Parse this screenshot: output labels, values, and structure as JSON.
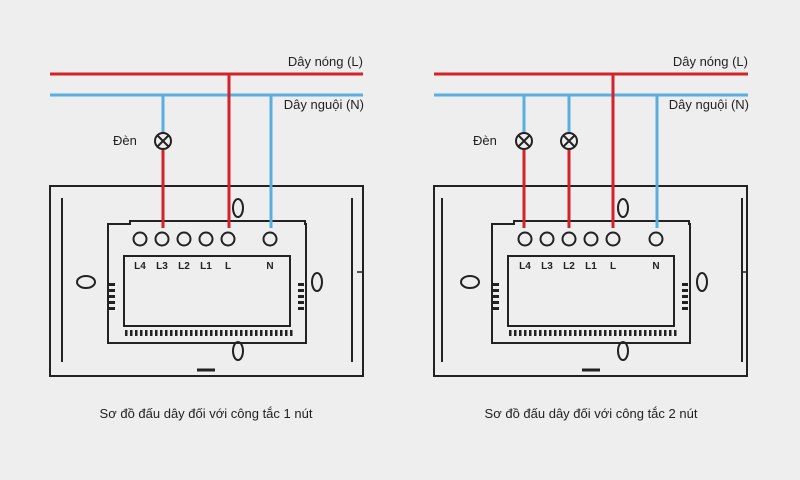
{
  "colors": {
    "background": "#eeeeee",
    "live_wire": "#d2232a",
    "neutral_wire": "#5aaee0",
    "outline": "#222222"
  },
  "icons": {
    "lamp": "lamp-cross-circle-icon"
  },
  "diagrams": [
    {
      "id": "one-button",
      "live_label": "Dây nóng (L)",
      "neutral_label": "Dây nguội (N)",
      "lamp_label": "Đèn",
      "lamps": 1,
      "terminals": [
        "L4",
        "L3",
        "L2",
        "L1",
        "L",
        "N"
      ],
      "caption": "Sơ đồ đấu dây đối với công tắc 1 nút"
    },
    {
      "id": "two-button",
      "live_label": "Dây nóng (L)",
      "neutral_label": "Dây nguội (N)",
      "lamp_label": "Đèn",
      "lamps": 2,
      "terminals": [
        "L4",
        "L3",
        "L2",
        "L1",
        "L",
        "N"
      ],
      "caption": "Sơ đồ đấu dây đối với công tắc 2 nút"
    }
  ]
}
